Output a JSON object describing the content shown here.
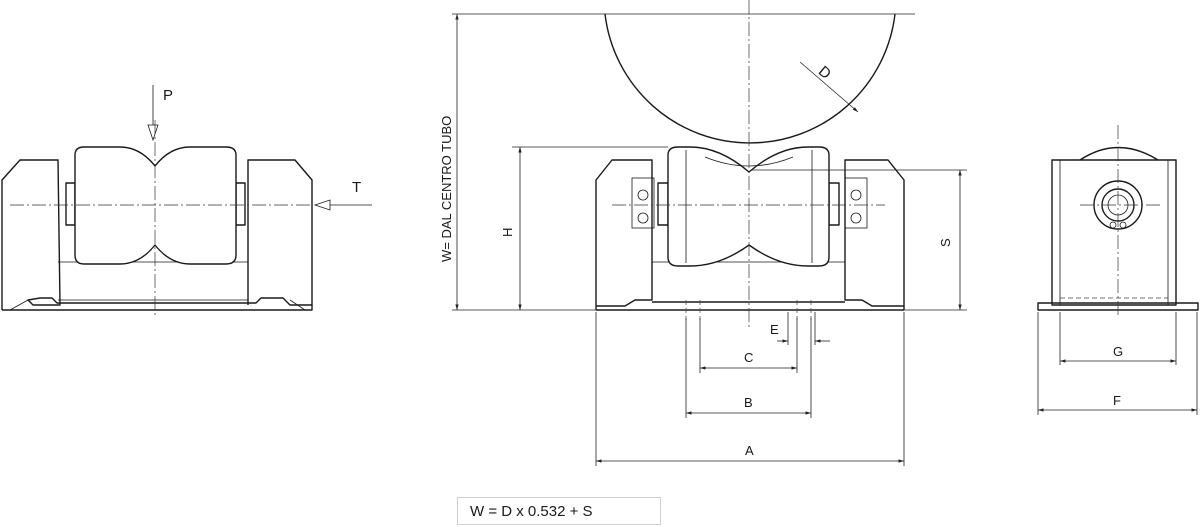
{
  "labels": {
    "load_vertical": "P",
    "load_horizontal": "T",
    "pipe_diameter": "D",
    "height": "H",
    "height_to_roller": "S",
    "centre_height": "W= DAL CENTRO TUBO",
    "dim_a": "A",
    "dim_b": "B",
    "dim_c": "C",
    "dim_e": "E",
    "dim_f": "F",
    "dim_g": "G"
  },
  "formula": "W = D x 0.532 + S",
  "colors": {
    "line": "#1a1a1a",
    "background": "#ffffff",
    "box_border": "#cfcfcf"
  }
}
